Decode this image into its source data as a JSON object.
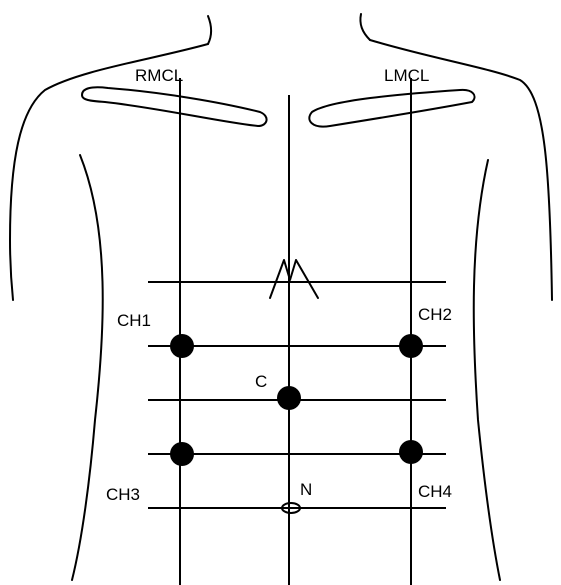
{
  "labels": {
    "rmcl": "RMCL",
    "lmcl": "LMCL",
    "ch1": "CH1",
    "ch2": "CH2",
    "ch3": "CH3",
    "ch4": "CH4",
    "c": "C",
    "n": "N"
  },
  "colors": {
    "ink": "#000000",
    "background": "#ffffff"
  }
}
